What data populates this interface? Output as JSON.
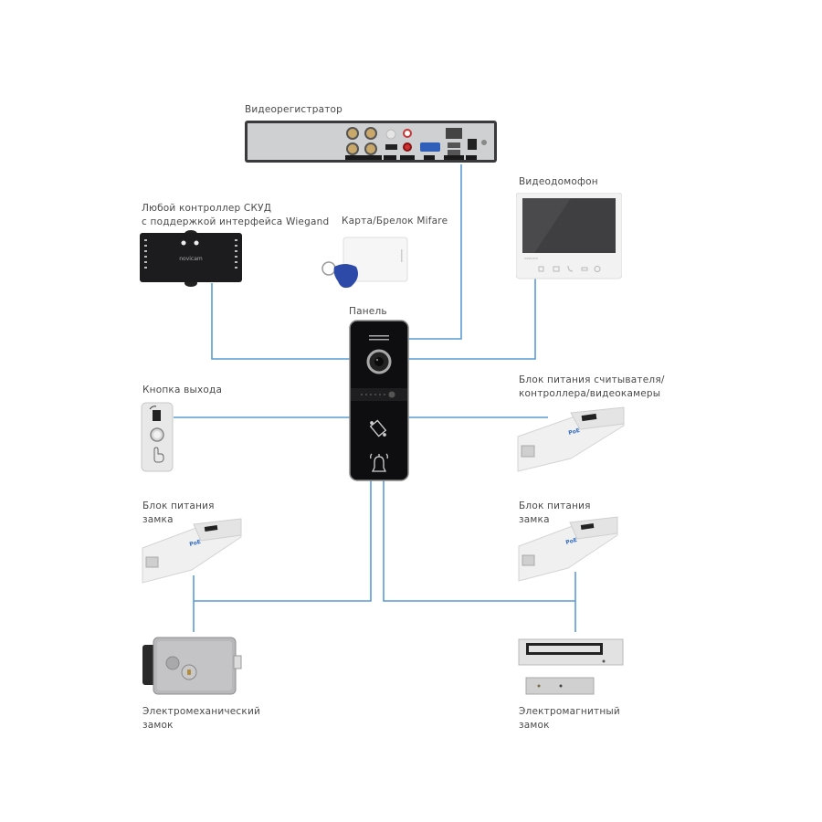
{
  "colors": {
    "wire": "#5a9bd4",
    "panel_body": "#0e0e10",
    "device_white": "#eeeeee",
    "fob_blue": "#2e4aa8"
  },
  "labels": {
    "dvr": "Видеорегистратор",
    "controller_line1": "Любой контроллер СКУД",
    "controller_line2": "с поддержкой интерфейса Wiegand",
    "card": "Карта/Брелок Mifare",
    "monitor": "Видеодомофон",
    "panel": "Панель",
    "exit_button": "Кнопка выхода",
    "psu_reader_line1": "Блок питания считывателя/",
    "psu_reader_line2": "контроллера/видеокамеры",
    "psu_lock_left_line1": "Блок питания",
    "psu_lock_left_line2": "замка",
    "psu_lock_right_line1": "Блок питания",
    "psu_lock_right_line2": "замка",
    "em_lock_line1": "Электромеханический",
    "em_lock_line2": "замок",
    "mag_lock_line1": "Электромагнитный",
    "mag_lock_line2": "замок"
  },
  "device_markings": {
    "controller_brand": "novicam",
    "monitor_brand": "novicam",
    "psu_brand": "PoE"
  },
  "icons": {
    "panel_nfc": "nfc-card-icon",
    "panel_bell": "bell-icon",
    "exit_hand": "hand-pointer-icon"
  }
}
